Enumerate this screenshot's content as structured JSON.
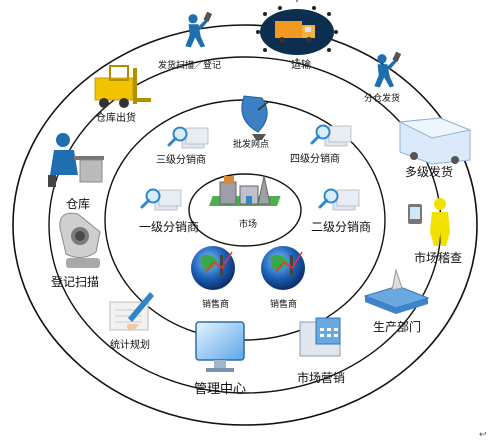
{
  "diagram": {
    "center_label": "市场",
    "inner_ring": {
      "level3_distributor": "三级分销商",
      "dispatch_point": "批发网点",
      "level4_distributor": "四级分销商",
      "level1_distributor": "一级分销商",
      "level2_distributor": "二级分销商",
      "retailer_left": "销售商",
      "retailer_right": "销售商"
    },
    "outer_ring": {
      "shipping_scan": "发货扫描／登记",
      "transport": "运输",
      "warehouse_out": "仓库出货",
      "branch_shipping": "分仓发货",
      "multi_level_shipping": "多级发货",
      "warehouse": "仓库",
      "market_inspection": "市场稽查",
      "register_scan": "登记扫描",
      "production_dept": "生产部门",
      "statistics_planning": "统计规划",
      "marketing": "市场营销",
      "management_center": "管理中心"
    },
    "corner_mark": "↩"
  },
  "colors": {
    "ring": "#111111",
    "person": "#1f6fb0",
    "truck_orange": "#f39a1e",
    "forklift_yellow": "#f2c300",
    "magnifier": "#2f86c8",
    "globe_blue": "#1c5fb4",
    "book_blue": "#6aa8e0",
    "scanner_gray": "#a9a9a9"
  }
}
